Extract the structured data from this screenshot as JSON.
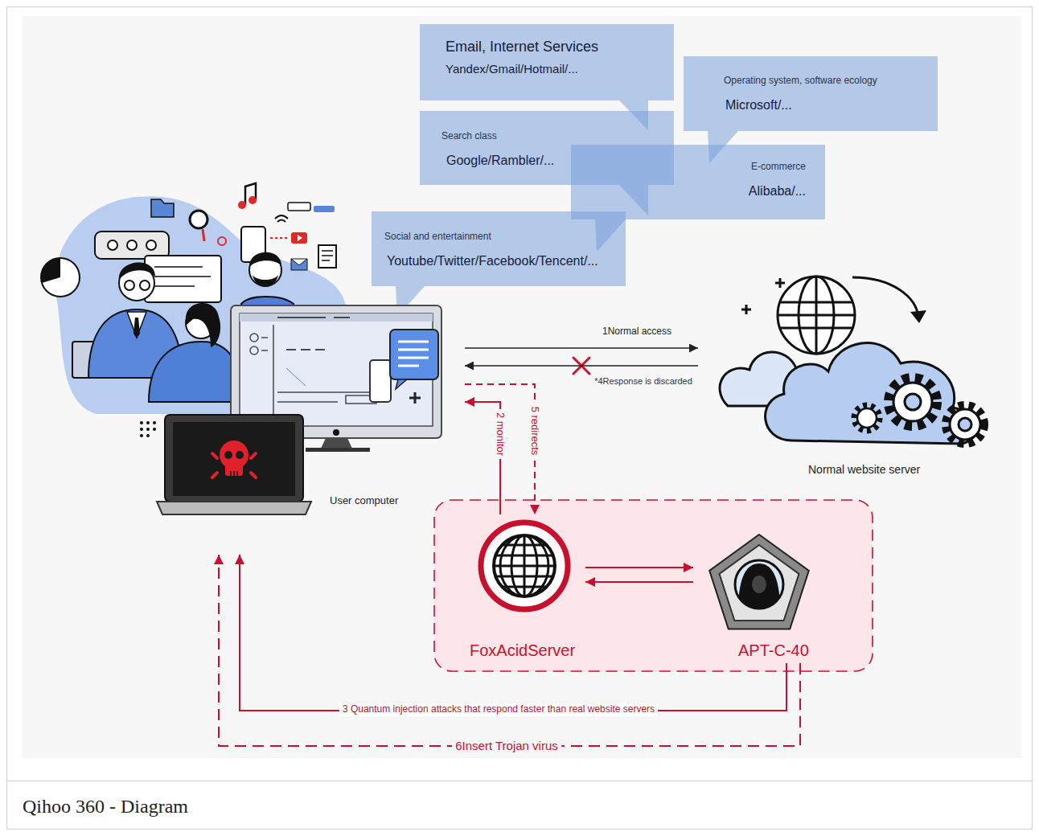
{
  "diagram": {
    "caption": "Qihoo 360 - Diagram",
    "nodes": [
      {
        "text": [
          "Email, Internet Services",
          "Yandex/Gmail/Hotmail/..."
        ]
      },
      {
        "text": [
          "Operating system, software ecology",
          "Microsoft/..."
        ]
      },
      {
        "text": [
          "Search class",
          "Google/Rambler/..."
        ]
      },
      {
        "text": [
          "E-commerce",
          "Alibaba/..."
        ]
      },
      {
        "text": [
          "Social and entertainment",
          "Youtube/Twitter/Facebook/Tencent/..."
        ]
      },
      {
        "text": [
          "User computer"
        ]
      },
      {
        "text": [
          "Normal website server"
        ]
      },
      {
        "text": [
          "FoxAcidServer"
        ]
      },
      {
        "text": [
          "APT-C-40"
        ]
      }
    ],
    "edges": [
      {
        "from": 5,
        "to": 6,
        "arrow": "to",
        "label": "1Normal access"
      },
      {
        "from": 7,
        "to": 5,
        "arrow": "to",
        "label": "2 monitor"
      },
      {
        "from": 8,
        "to": 5,
        "arrow": "to",
        "label": "3 Quantum injection attacks that respond faster than real website servers"
      },
      {
        "from": 6,
        "to": 5,
        "arrow": "to",
        "label": "*4Response is discarded"
      },
      {
        "from": 5,
        "to": 7,
        "arrow": "to",
        "label": "5 redirects"
      },
      {
        "from": 7,
        "to": 8,
        "arrow": "to"
      },
      {
        "from": 8,
        "to": 7,
        "arrow": "to"
      },
      {
        "from": 8,
        "to": 5,
        "arrow": "to",
        "label": "6Insert Trojan virus"
      }
    ]
  }
}
